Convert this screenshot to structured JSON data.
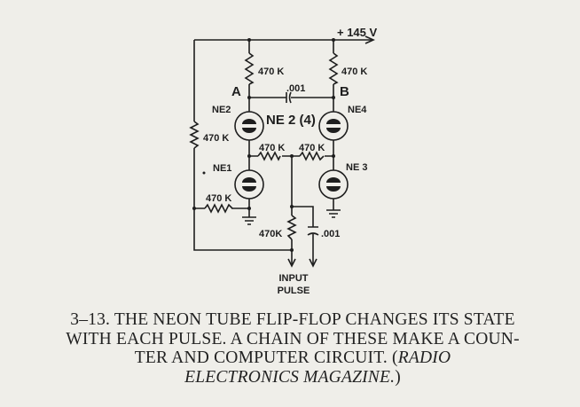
{
  "diagram": {
    "supply_label": "+ 145 V",
    "node_a": "A",
    "node_b": "B",
    "tube_type": "NE 2 (4)",
    "tubes": [
      "NE2",
      "NE4",
      "NE1",
      "NE 3"
    ],
    "resistors": {
      "r_top_left": "470 K",
      "r_top_right": "470 K",
      "r_left_vertical": "470 K",
      "r_mid_left": "470 K",
      "r_mid_right": "470 K",
      "r_bottom_left": "470 K",
      "r_input": "470K"
    },
    "capacitors": {
      "c_coupling": ".001",
      "c_input": ".001"
    },
    "input_label_line1": "INPUT",
    "input_label_line2": "PULSE"
  },
  "caption": {
    "line1": "3–13. THE NEON TUBE FLIP-FLOP CHANGES ITS STATE",
    "line2": "WITH EACH PULSE. A CHAIN OF THESE MAKE A COUN-",
    "line3": "TER AND COMPUTER CIRCUIT. (",
    "line3_italic": "RADIO",
    "line4_italic": "ELECTRONICS MAGAZINE.",
    "line4_end": ")"
  }
}
